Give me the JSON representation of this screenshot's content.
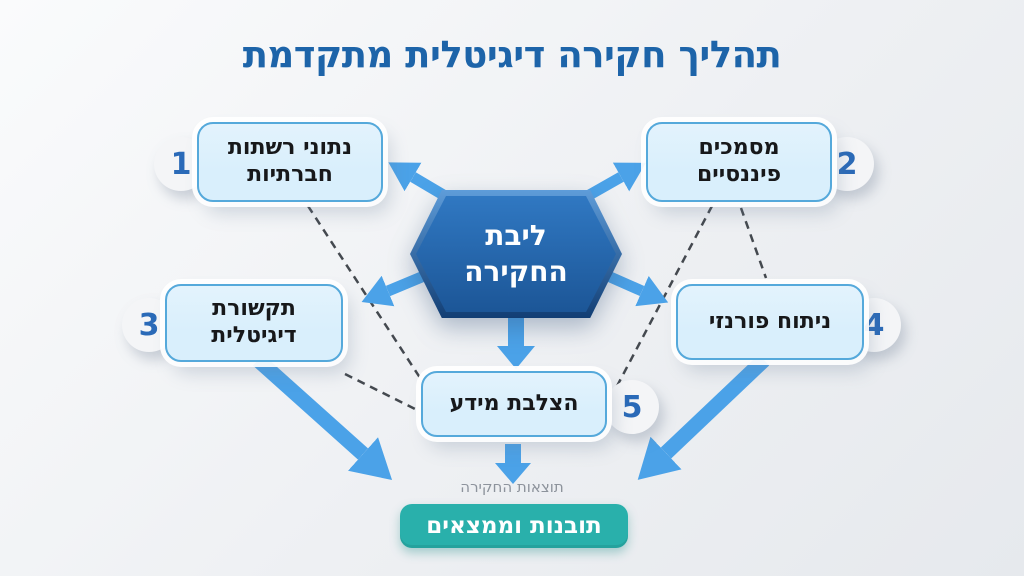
{
  "title": "תהליך חקירה דיגיטלית מתקדמת",
  "hub": {
    "label": "ליבת החקירה"
  },
  "nodes": [
    {
      "number": "1",
      "label": "נתוני רשתות חברתיות"
    },
    {
      "number": "2",
      "label": "מסמכים פיננסיים"
    },
    {
      "number": "3",
      "label": "תקשורת דיגיטלית"
    },
    {
      "number": "4",
      "label": "ניתוח פורנזי"
    },
    {
      "number": "5",
      "label": "הצלבת מידע"
    }
  ],
  "footer": {
    "caption": "תוצאות החקירה",
    "button_label": "תובנות וממצאים"
  },
  "colors": {
    "title": "#1d64a9",
    "arrow": "#4ba2e8",
    "dash": "#44494f",
    "box-fill": "#d9effc",
    "box-border": "#55a9db",
    "box-text": "#17181a",
    "num": "#2a6ab8",
    "circle-fill": "#f4f5f7",
    "hub-edge-top": "#5e9cd9",
    "hub-deep": "#123e74",
    "hub-top": "#3078c2",
    "hub-bottom": "#1c5697",
    "hub-text": "#ffffff",
    "caption": "#8d939c",
    "button-fill": "#29b0ab",
    "button-text": "#ffffff",
    "bg-a": "#fafbfc",
    "bg-b": "#e6e9ed"
  }
}
